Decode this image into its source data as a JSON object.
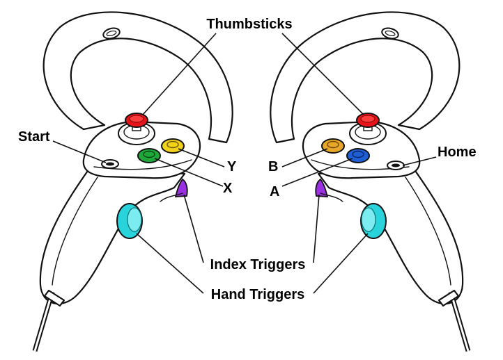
{
  "labels": {
    "thumbsticks": "Thumbsticks",
    "start": "Start",
    "home": "Home",
    "y": "Y",
    "x": "X",
    "b": "B",
    "a": "A",
    "index_triggers": "Index Triggers",
    "hand_triggers": "Hand Triggers"
  },
  "colors": {
    "thumbstick": "#e8141c",
    "button_x": "#1fa83a",
    "button_y": "#f2d21a",
    "button_b": "#e7a82a",
    "button_a": "#1f5fd6",
    "index_trigger": "#9b30e0",
    "hand_trigger": "#29d3dc",
    "outline": "#111111"
  }
}
